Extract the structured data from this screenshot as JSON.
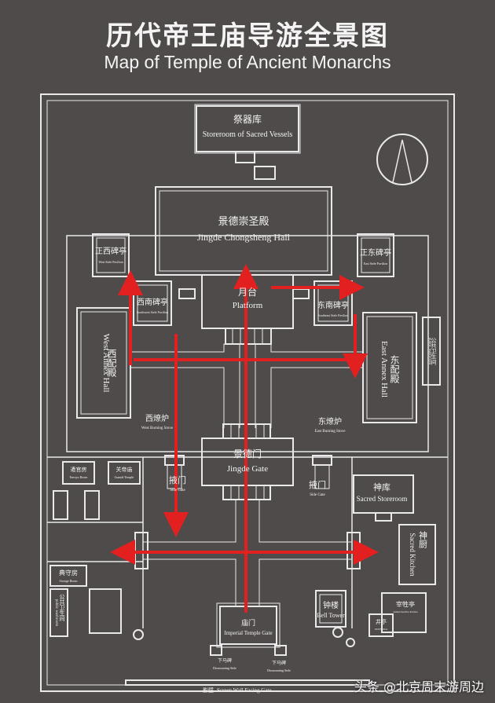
{
  "title": {
    "zh": "历代帝王庙导游全景图",
    "en": "Map of Temple of Ancient Monarchs"
  },
  "buildings": {
    "storeroom_vessels": {
      "zh": "祭器库",
      "en": "Storeroom of Sacred Vessels"
    },
    "main_hall": {
      "zh": "景德崇圣殿",
      "en": "Jingde Chongsheng Hall"
    },
    "platform": {
      "zh": "月台",
      "en": "Platform"
    },
    "nw_stele": {
      "zh": "正西碑亭",
      "en": "West Stele Pavilion"
    },
    "ne_stele": {
      "zh": "正东碑亭",
      "en": "East Stele Pavilion"
    },
    "sw_stele": {
      "zh": "西南碑亭",
      "en": "Southwest Stele Pavilion"
    },
    "se_stele": {
      "zh": "东南碑亭",
      "en": "Southeast Stele Pavilion"
    },
    "west_annex": {
      "zh": "西配殿",
      "en": "West Annex Hall"
    },
    "east_annex": {
      "zh": "东配殿",
      "en": "East Annex Hall"
    },
    "toilet": {
      "zh": "公共卫生间",
      "en": "public washroom"
    },
    "west_stove": {
      "zh": "西燎炉",
      "en": "West Burning Stove"
    },
    "east_stove": {
      "zh": "东燎炉",
      "en": "East Burning Stove"
    },
    "jingde_gate": {
      "zh": "景德门",
      "en": "Jingde Gate"
    },
    "west_side_gate": {
      "zh": "掖门",
      "en": "Side Gate"
    },
    "east_side_gate": {
      "zh": "掖门",
      "en": "Side Gate"
    },
    "sacred_storeroom": {
      "zh": "神库",
      "en": "Sacred Storeroom"
    },
    "sacred_kitchen": {
      "zh": "神厨",
      "en": "Sacred Kitchen"
    },
    "bell_tower": {
      "zh": "钟楼",
      "en": "Bell Tower"
    },
    "imperial_gate": {
      "zh": "庙门",
      "en": "Imperial Temple Gate"
    },
    "slaughter": {
      "zh": "宰牲亭",
      "en": "Animal Sacrifice Pavilion"
    },
    "well": {
      "zh": "井亭",
      "en": "Well Pavilion"
    },
    "storage": {
      "zh": "典守房",
      "en": "Storage Room"
    },
    "toilet_w": {
      "zh": "公共卫生间",
      "en": "public washroom"
    },
    "sw_room1": {
      "zh": "遣官房",
      "en": "Envoys Room"
    },
    "sw_room2": {
      "zh": "关帝庙",
      "en": "Guandi Temple"
    },
    "dismount_w": {
      "zh": "下马碑",
      "en": "Dismounting Stele"
    },
    "dismount_e": {
      "zh": "下马碑",
      "en": "Dismounting Stele"
    },
    "screen_wall": {
      "zh": "影壁",
      "en": "Screen Wall Facing Gate"
    }
  },
  "watermark": "头条 @北京周末游周边",
  "colors": {
    "background": "#4f4b4a",
    "line": "#e9e9e9",
    "route": "#e32020"
  }
}
